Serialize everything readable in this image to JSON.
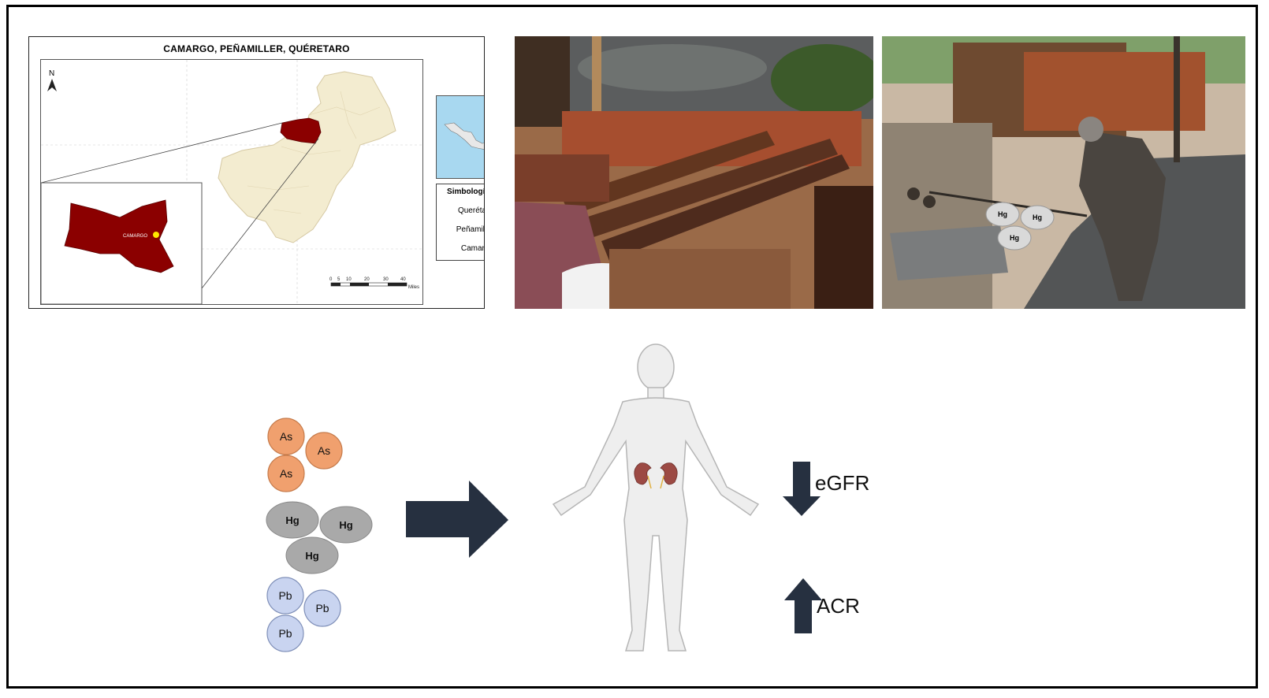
{
  "map": {
    "title": "CAMARGO, PEÑAMILLER, QUÉRETARO",
    "north": "N",
    "inset_label": "CAMARGO",
    "scale_ticks": [
      "0",
      "5",
      "10",
      "20",
      "30",
      "40"
    ],
    "scale_unit": "Miles",
    "legend_title": "Simbología",
    "legend_items": [
      "Querétaro",
      "Peñamiller",
      "Camargo"
    ],
    "colors": {
      "camargo": "#8b0000",
      "queretaro": "#f3ecd0",
      "ocean": "#a8d8f0",
      "point": "#ffe600"
    }
  },
  "photo_labels": [
    "Hg",
    "Hg",
    "Hg"
  ],
  "elements": {
    "as": [
      "As",
      "As",
      "As"
    ],
    "hg": [
      "Hg",
      "Hg",
      "Hg"
    ],
    "pb": [
      "Pb",
      "Pb",
      "Pb"
    ],
    "colors": {
      "as": "#f0a06e",
      "hg": "#a9a9a9",
      "pb": "#c9d4f0"
    }
  },
  "outcomes": {
    "egfr": "eGFR",
    "acr": "ACR",
    "arrow_color": "#263040"
  }
}
